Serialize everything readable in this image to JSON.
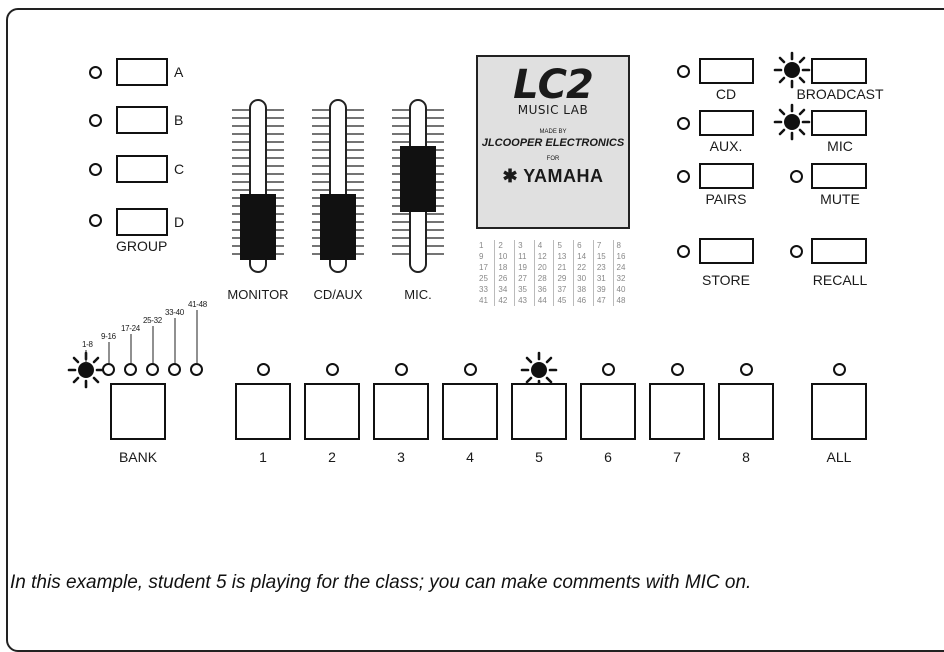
{
  "group": {
    "label": "GROUP",
    "buttons": [
      "A",
      "B",
      "C",
      "D"
    ]
  },
  "faders": [
    {
      "label": "MONITOR"
    },
    {
      "label": "CD/AUX"
    },
    {
      "label": "MIC."
    }
  ],
  "logo": {
    "model": "LC2",
    "subtitle": "MUSIC LAB",
    "made_by": "MADE BY",
    "maker": "JLCOOPER ELECTRONICS",
    "for": "FOR",
    "brand": "YAMAHA"
  },
  "student_grid": [
    [
      "1",
      "2",
      "3",
      "4",
      "5",
      "6",
      "7",
      "8"
    ],
    [
      "9",
      "10",
      "11",
      "12",
      "13",
      "14",
      "15",
      "16"
    ],
    [
      "17",
      "18",
      "19",
      "20",
      "21",
      "22",
      "23",
      "24"
    ],
    [
      "25",
      "26",
      "27",
      "28",
      "29",
      "30",
      "31",
      "32"
    ],
    [
      "33",
      "34",
      "35",
      "36",
      "37",
      "38",
      "39",
      "40"
    ],
    [
      "41",
      "42",
      "43",
      "44",
      "45",
      "46",
      "47",
      "48"
    ]
  ],
  "source": {
    "cd": "CD",
    "aux": "AUX.",
    "pairs": "PAIRS",
    "store": "STORE"
  },
  "mode": {
    "broadcast": "BROADCAST",
    "mic": "MIC",
    "mute": "MUTE",
    "recall": "RECALL"
  },
  "bank": {
    "label": "BANK",
    "ranges": [
      "1-8",
      "9-16",
      "17-24",
      "25-32",
      "33-40",
      "41-48"
    ]
  },
  "students": [
    "1",
    "2",
    "3",
    "4",
    "5",
    "6",
    "7",
    "8"
  ],
  "all_label": "ALL",
  "active_student": "5",
  "caption": "In this example, student 5 is playing for the class; you can make comments with MIC on."
}
